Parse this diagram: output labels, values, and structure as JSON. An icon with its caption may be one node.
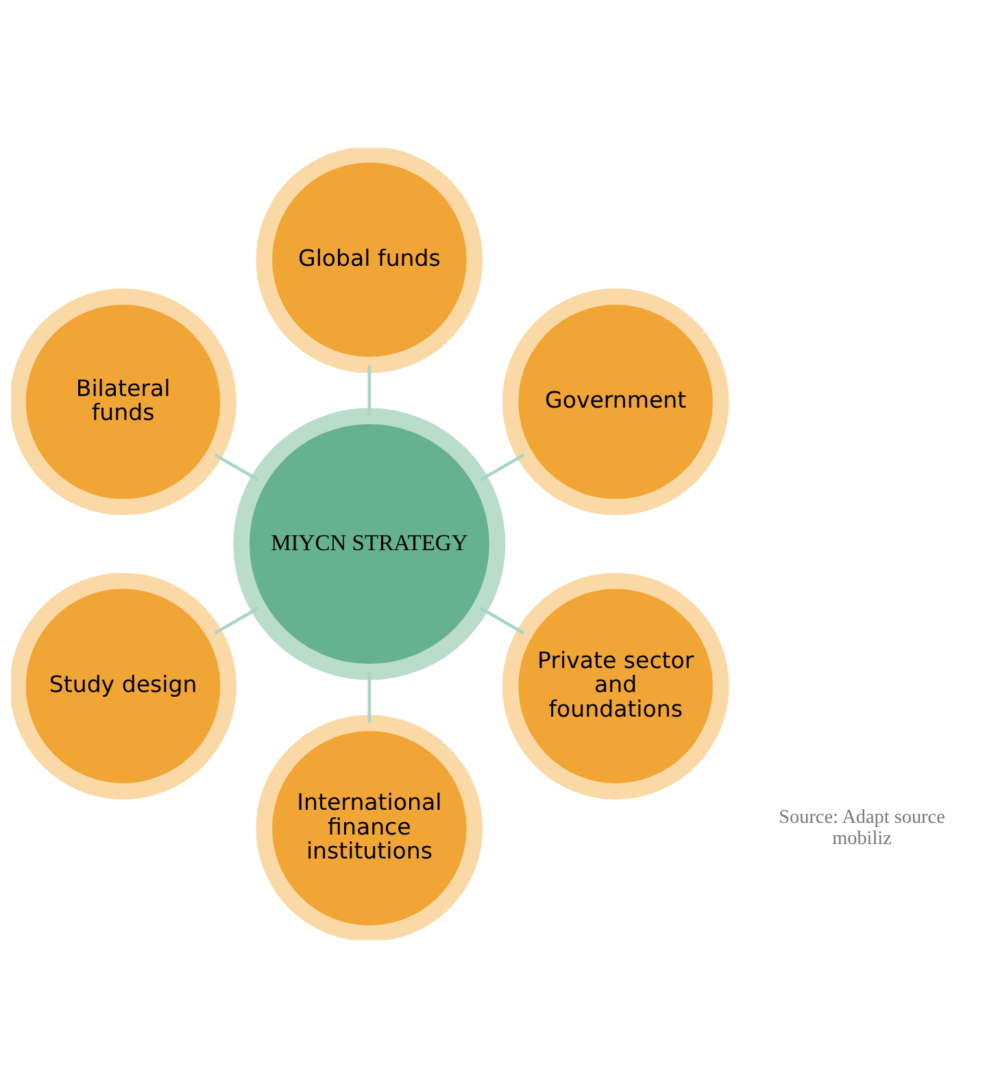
{
  "diagram": {
    "nodes": [
      {
        "text": [
          "Government"
        ]
      },
      {
        "text": [
          "Global funds"
        ]
      },
      {
        "text": [
          "Bilateral funds"
        ]
      },
      {
        "text": [
          "MIYCN STRATEGY"
        ]
      },
      {
        "text": [
          "Study design"
        ]
      },
      {
        "text": [
          "International finance institutions"
        ]
      },
      {
        "text": [
          "Private sector and foundations"
        ]
      }
    ],
    "edges": [
      {
        "from": 3,
        "to": 0,
        "arrow": "none"
      },
      {
        "from": 3,
        "to": 2,
        "arrow": "none"
      },
      {
        "from": 3,
        "to": 5,
        "arrow": "none"
      },
      {
        "from": 3,
        "to": 6,
        "arrow": "none"
      },
      {
        "from": 3,
        "to": 4,
        "arrow": "none"
      },
      {
        "from": 3,
        "to": 1,
        "arrow": "none"
      }
    ],
    "labels": [
      "Source: Adapt source mobiliz"
    ]
  }
}
